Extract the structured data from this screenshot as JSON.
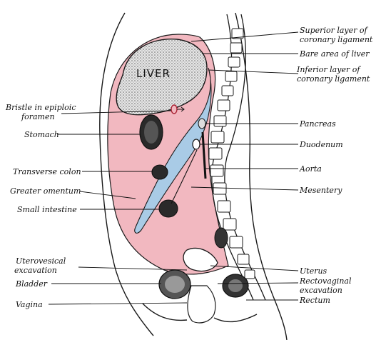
{
  "organ_label": "LIVER",
  "labels_right": {
    "superior_coronary": "Superior layer of",
    "superior_coronary_2": "coronary ligament",
    "bare_area": "Bare area of liver",
    "inferior_coronary": "Inferior layer of",
    "inferior_coronary_2": "coronary ligament",
    "pancreas": "Pancreas",
    "duodenum": "Duodenum",
    "aorta": "Aorta",
    "mesentery": "Mesentery",
    "uterus": "Uterus",
    "rectovaginal": "Rectovaginal",
    "rectovaginal_2": "excavation",
    "rectum": "Rectum"
  },
  "labels_left": {
    "bristle": "Bristle in epiploic",
    "bristle_2": "foramen",
    "stomach": "Stomach",
    "transverse_colon": "Transverse colon",
    "greater_omentum": "Greater omentum",
    "small_intestine": "Small intestine",
    "uterovesical": "Uterovesical",
    "uterovesical_2": "excavation",
    "bladder": "Bladder",
    "vagina": "Vagina"
  },
  "colors": {
    "peritoneum_pink": "#f2b8c0",
    "lesser_sac_blue": "#a9cbe6",
    "liver_stipple": "#bdbdbd",
    "outline": "#1a1a1a"
  }
}
